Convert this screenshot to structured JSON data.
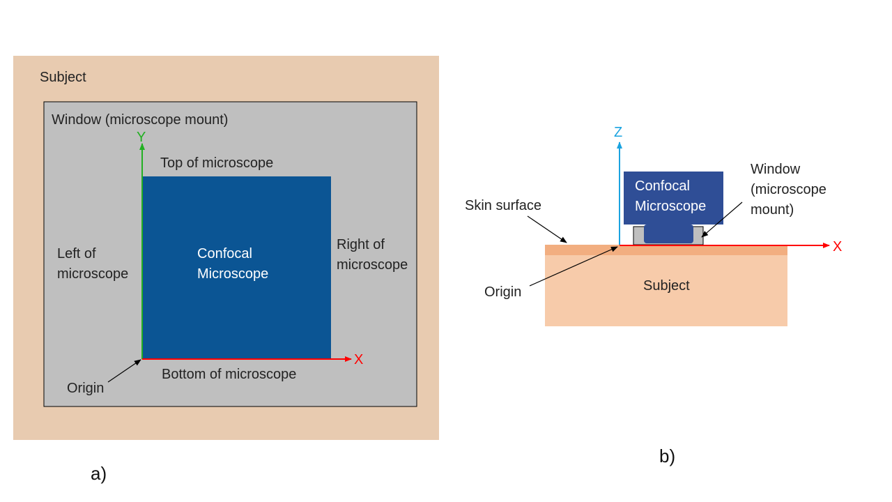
{
  "colors": {
    "subject_top": "#e8cbb0",
    "subject_side": "#f7cbaa",
    "skin_layer": "#f2ae80",
    "window": "#bfbfbf",
    "microscope": "#0b5594",
    "microscope_side": "#2f4e96",
    "x_axis": "#ff0000",
    "y_axis": "#22b022",
    "z_axis": "#1aa3e0",
    "text_dark": "#222222"
  },
  "panel_a": {
    "subject_label": "Subject",
    "window_label": "Window (microscope mount)",
    "y_axis_label": "Y",
    "x_axis_label": "X",
    "top_label": "Top of microscope",
    "bottom_label": "Bottom of microscope",
    "left_label": [
      "Left of",
      "microscope"
    ],
    "right_label": [
      "Right  of",
      "microscope"
    ],
    "microscope_label": [
      "Confocal",
      "Microscope"
    ],
    "origin_label": "Origin",
    "caption": "a)"
  },
  "panel_b": {
    "z_axis_label": "Z",
    "x_axis_label": "X",
    "microscope_label": [
      "Confocal",
      "Microscope"
    ],
    "window_label": [
      "Window",
      "(microscope",
      "mount)"
    ],
    "skin_label": "Skin surface",
    "origin_label": "Origin",
    "subject_label": "Subject",
    "caption": "b)"
  }
}
